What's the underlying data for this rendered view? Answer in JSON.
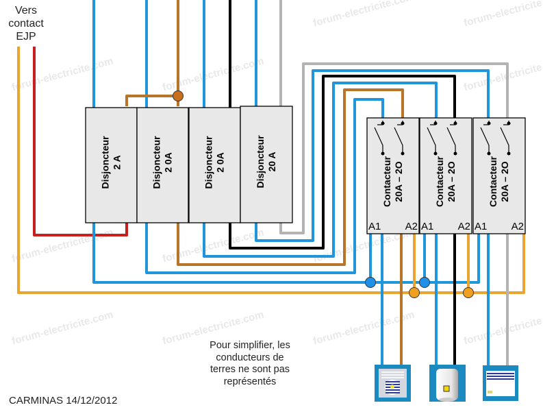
{
  "title_label": "Vers contact EJP",
  "title_lines": [
    "Vers",
    "contact",
    "EJP"
  ],
  "breakers": [
    {
      "line1": "Disjoncteur",
      "line2": "2 A"
    },
    {
      "line1": "Disjoncteur",
      "line2": "2 0A"
    },
    {
      "line1": "Disjoncteur",
      "line2": "2 0A"
    },
    {
      "line1": "Disjoncteur",
      "line2": "20 A"
    }
  ],
  "contactors": [
    {
      "line1": "Contacteur",
      "line2": "20A – 2O",
      "a1": "A1",
      "a2": "A2"
    },
    {
      "line1": "Contacteur",
      "line2": "20A – 2O",
      "a1": "A1",
      "a2": "A2"
    },
    {
      "line1": "Contacteur",
      "line2": "20A – 2O",
      "a1": "A1",
      "a2": "A2"
    }
  ],
  "appliances": [
    {
      "name": "fan-heater-icon"
    },
    {
      "name": "water-heater-icon"
    },
    {
      "name": "radiator-icon"
    }
  ],
  "note_lines": [
    "Pour simplifier, les",
    "conducteurs  de",
    "terres ne sont pas",
    "représentés"
  ],
  "author": "CARMINAS  14/12/2012",
  "watermark": "forum-electricite.com",
  "colors": {
    "blue": "#1f95dc",
    "brown": "#b8752a",
    "black": "#000000",
    "gray": "#b3b3b3",
    "orange": "#e9a434",
    "red": "#c8201f",
    "box_fill": "#e8e8e8",
    "appliance": "#1a8ac0"
  }
}
